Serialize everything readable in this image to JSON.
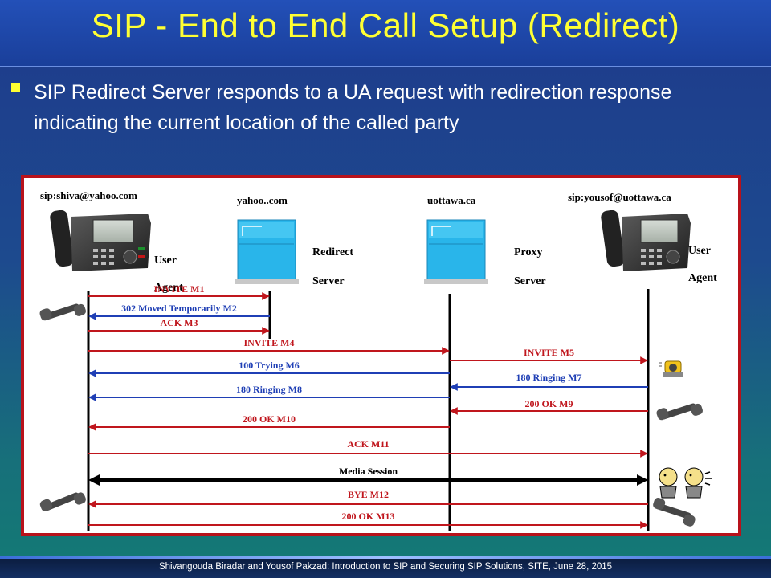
{
  "slide": {
    "title": "SIP - End to End Call Setup (Redirect)",
    "bullet": "SIP Redirect Server responds to a UA request with redirection response indicating the current location of the called party",
    "footer": "Shivangouda Biradar and Yousof Pakzad:  Introduction to SIP and Securing SIP Solutions, SITE, June 28, 2015"
  },
  "diagram": {
    "endpoints": {
      "caller": {
        "address": "sip:shiva@yahoo.com",
        "role_line1": "User",
        "role_line2": "Agent"
      },
      "redirect": {
        "domain": "yahoo..com",
        "role_line1": "Redirect",
        "role_line2": "Server"
      },
      "proxy": {
        "domain": "uottawa.ca",
        "role_line1": "Proxy",
        "role_line2": "Server"
      },
      "callee": {
        "address": "sip:yousof@uottawa.ca",
        "role_line1": "User",
        "role_line2": "Agent"
      }
    },
    "messages": [
      {
        "label": "INVITE  M1",
        "from": "caller",
        "to": "redirect",
        "color": "#c0161d"
      },
      {
        "label": "302 Moved Temporarily M2",
        "from": "redirect",
        "to": "caller",
        "color": "#1f3fb5"
      },
      {
        "label": "ACK M3",
        "from": "caller",
        "to": "redirect",
        "color": "#c0161d"
      },
      {
        "label": "INVITE M4",
        "from": "caller",
        "to": "proxy",
        "color": "#c0161d"
      },
      {
        "label": "INVITE M5",
        "from": "proxy",
        "to": "callee",
        "color": "#c0161d"
      },
      {
        "label": "100 Trying M6",
        "from": "proxy",
        "to": "caller",
        "color": "#1f3fb5"
      },
      {
        "label": "180 Ringing M7",
        "from": "callee",
        "to": "proxy",
        "color": "#1f3fb5"
      },
      {
        "label": "180 Ringing M8",
        "from": "proxy",
        "to": "caller",
        "color": "#1f3fb5"
      },
      {
        "label": "200 OK M9",
        "from": "callee",
        "to": "proxy",
        "color": "#c0161d"
      },
      {
        "label": "200 OK M10",
        "from": "proxy",
        "to": "caller",
        "color": "#c0161d"
      },
      {
        "label": "ACK M11",
        "from": "caller",
        "to": "callee",
        "color": "#c0161d"
      },
      {
        "label": "Media Session",
        "from": "caller",
        "to": "callee",
        "color": "#000000"
      },
      {
        "label": "BYE M12",
        "from": "callee",
        "to": "caller",
        "color": "#c0161d"
      },
      {
        "label": "200 OK M13",
        "from": "caller",
        "to": "callee",
        "color": "#c0161d"
      }
    ],
    "icons": [
      "phone-icon",
      "server-icon",
      "handset-icon",
      "ringing-bell-icon",
      "people-talking-icon"
    ]
  }
}
